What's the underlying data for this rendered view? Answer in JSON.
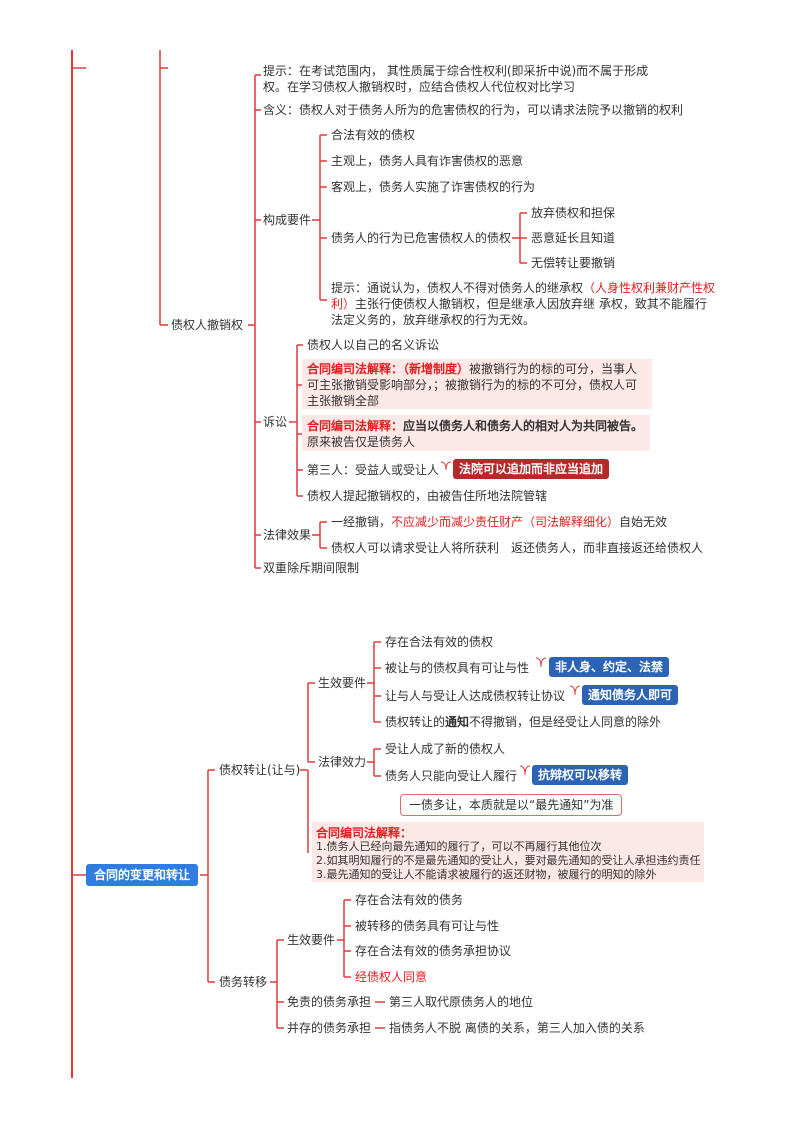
{
  "section1": {
    "node": "债权人撤销权",
    "tip1": "提示：在考试范围内， 其性质属于综合性权利(即采折中说)而不属于形成权。在学习债权人撤销权时，应结合债权人代位权对比学习",
    "meaning": "含义：债权人对于债务人所为的危害债权的行为，可以请求法院予以撤销的权利",
    "elements": {
      "label": "构成要件",
      "items": [
        "合法有效的债权",
        "主观上，债务人具有诈害债权的恶意",
        "客观上，债务人实施了诈害债权的行为"
      ],
      "harm_label": "债务人的行为已危害债权人的债权",
      "harm_items": [
        "放弃债权和担保",
        "恶意延长且知道",
        "无偿转让要撤销"
      ],
      "tip_prefix": "提示：通说认为，债权人不得对债务人的继承权",
      "tip_red": "（人身性权利兼财产性权利）",
      "tip_suffix": "主张行使债权人撤销权，但是继承人因放弃继 承权，致其不能履行法定义务的，放弃继承权的行为无效。"
    },
    "litigation": {
      "label": "诉讼",
      "item1": "债权人以自己的名义诉讼",
      "box1_red": "合同编司法解释：（新增制度）",
      "box1_text": "被撤销行为的标的可分，当事人可主张撤销受影响部分，；被撤销行为的标的不可分，债权人可主张撤销全部",
      "box2_red": "合同编司法解释：",
      "box2_bold": "应当以债务人和债务人的相对人为共同被告。",
      "box2_text": "原来被告仅是债务人",
      "third": "第三人：受益人或受让人",
      "third_tag": "法院可以追加而非应当追加",
      "jurisdiction": "债权人提起撤销权的，由被告住所地法院管辖"
    },
    "effect": {
      "label": "法律效果",
      "l1_a": "一经撤销，",
      "l1_red": "不应减少而减少责任财产（司法解释细化）",
      "l1_b": "自始无效",
      "l2": "债权人可以请求受让人将所获利　返还债务人，而非直接返还给债权人"
    },
    "limit": "双重除斥期间限制"
  },
  "root": "合同的变更和转让",
  "assignment": {
    "label": "债权转让(让与)",
    "elements_label": "生效要件",
    "items": [
      "存在合法有效的债权",
      "被让与的债权具有可让与性",
      "让与人与受让人达成债权转让协议"
    ],
    "notify_a": "债权转让的",
    "notify_bold": "通知",
    "notify_b": "不得撤销，但是经受让人同意的除外",
    "tag1": "非人身、约定、法禁",
    "tag2": "通知债务人即可",
    "effect_label": "法律效力",
    "effect_items": [
      "受让人成了新的债权人",
      "债务人只能向受让人履行"
    ],
    "tag3": "抗辩权可以移转",
    "note": "一债多让，本质就是以“最先通知”为准",
    "interp_title": "合同编司法解释：",
    "interp_lines": [
      "1.债务人已经向最先通知的履行了，可以不再履行其他位次",
      "2.如其明知履行的不是最先通知的受让人，要对最先通知的受让人承担违约责任",
      "3.最先通知的受让人不能请求被履行的返还财物，被履行的明知的除外"
    ]
  },
  "debt": {
    "label": "债务转移",
    "elements_label": "生效要件",
    "items": [
      "存在合法有效的债务",
      "被转移的债务具有可让与性",
      "存在合法有效的债务承担协议"
    ],
    "consent": "经债权人同意",
    "free_label": "免责的债务承担",
    "free_text": "第三人取代原债务人的地位",
    "joint_label": "并存的债务承担",
    "joint_text": "指债务人不脱 离债的关系，第三人加入债的关系"
  },
  "colors": {
    "line": "#e03a3a",
    "blue_tag": "#2c63b5",
    "red_tag": "#b42a2a",
    "root": "#2f7de1",
    "pink": "#fde8e8",
    "red_text": "#e02020"
  }
}
